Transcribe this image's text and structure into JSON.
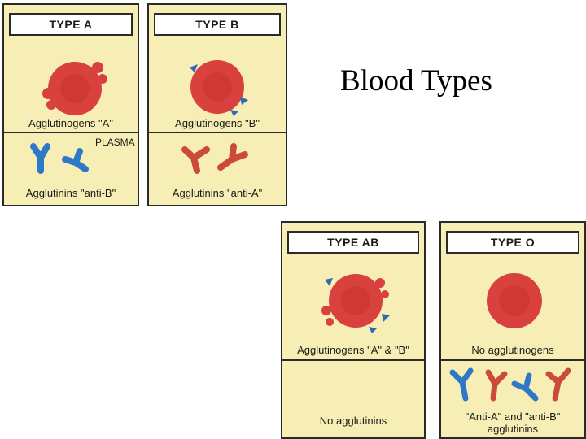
{
  "title": "Blood Types",
  "colors": {
    "panel_bg": "#f6eeb4",
    "cell_red": "#d9413f",
    "antibody_red": "#cc4a3c",
    "antibody_blue": "#2f78c8",
    "antigen_blue": "#2f6ab8"
  },
  "panels": {
    "type_a": {
      "header": "TYPE A",
      "agglutinogens": "Agglutinogens \"A\"",
      "plasma": "PLASMA",
      "agglutinins": "Agglutinins \"anti-B\""
    },
    "type_b": {
      "header": "TYPE B",
      "agglutinogens": "Agglutinogens \"B\"",
      "agglutinins": "Agglutinins \"anti-A\""
    },
    "type_ab": {
      "header": "TYPE AB",
      "agglutinogens": "Agglutinogens \"A\" & \"B\"",
      "agglutinins": "No agglutinins"
    },
    "type_o": {
      "header": "TYPE O",
      "agglutinogens": "No agglutinogens",
      "agglutinins_line1": "\"Anti-A\" and \"anti-B\"",
      "agglutinins_line2": "agglutinins"
    }
  }
}
